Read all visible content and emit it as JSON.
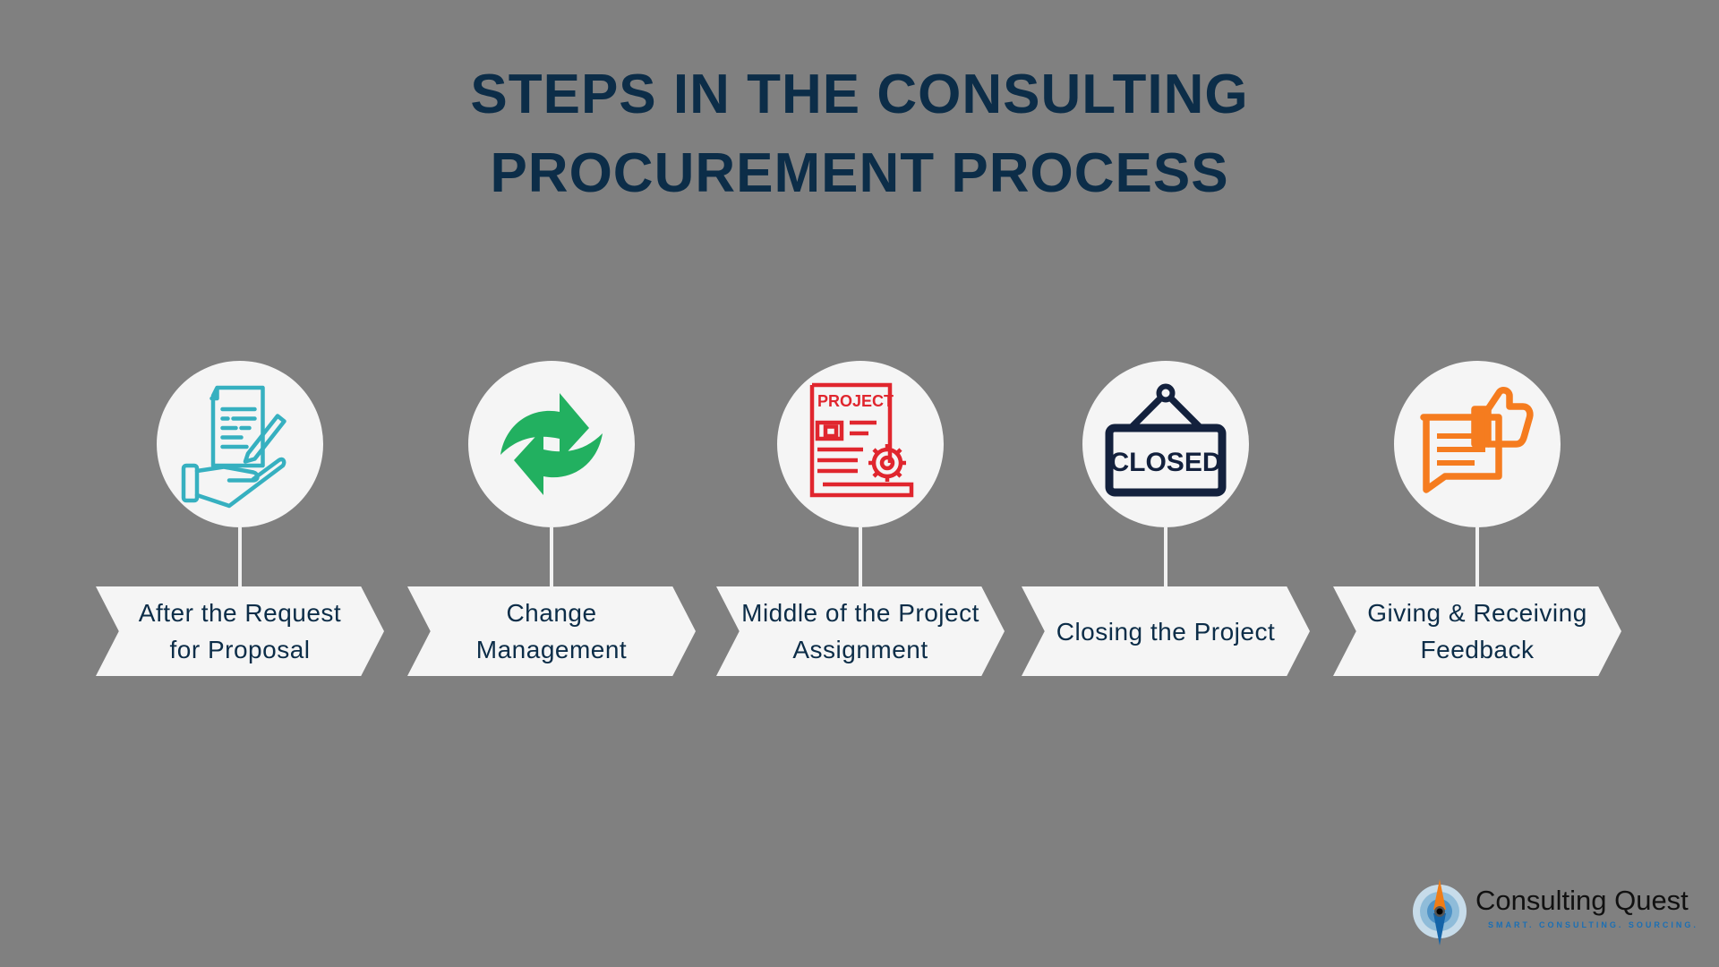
{
  "title": {
    "line1": "STEPS IN THE CONSULTING",
    "line2": "PROCUREMENT PROCESS"
  },
  "steps": [
    {
      "line1": "After the Request",
      "line2": "for Proposal",
      "icon": "hand-document-pen-icon",
      "color": "#36b0c0"
    },
    {
      "line1": "Change",
      "line2": "Management",
      "icon": "refresh-arrows-icon",
      "color": "#22b060"
    },
    {
      "line1": "Middle of the Project",
      "line2": "Assignment",
      "icon": "project-document-gear-icon",
      "color": "#e0262e",
      "icon_text": "PROJECT"
    },
    {
      "line1": "Closing the Project",
      "line2": "",
      "icon": "closed-sign-icon",
      "color": "#13213d",
      "icon_text": "CLOSED"
    },
    {
      "line1": "Giving & Receiving",
      "line2": "Feedback",
      "icon": "chat-thumbs-up-icon",
      "color": "#f57c1f"
    }
  ],
  "logo": {
    "name": "Consulting Quest",
    "tagline": "SMART. CONSULTING. SOURCING."
  }
}
